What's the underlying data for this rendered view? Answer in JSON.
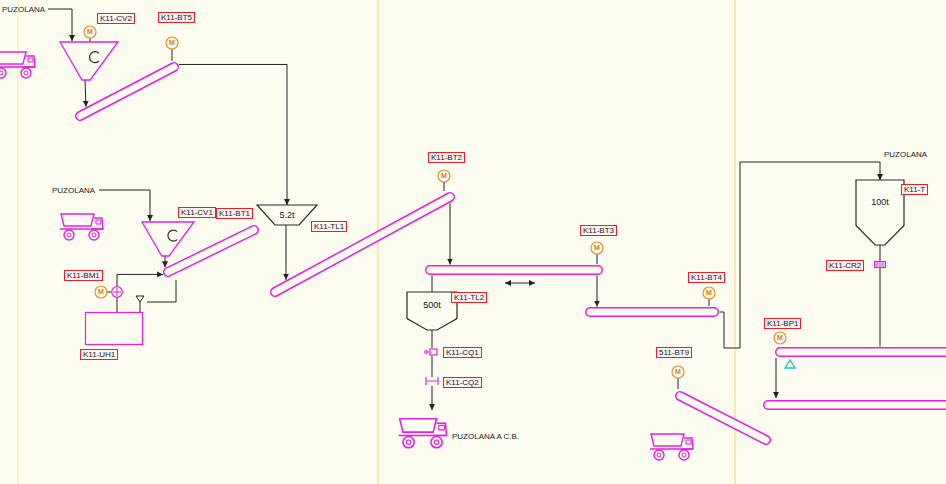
{
  "diagram": {
    "nodes": [
      {
        "text": [
          "K11-CV2"
        ]
      },
      {
        "text": [
          "K11-BT5"
        ]
      },
      {
        "text": [
          "K11-CV1"
        ]
      },
      {
        "text": [
          "K11-BT1"
        ]
      },
      {
        "text": [
          "5.2t",
          "K11-TL1"
        ]
      },
      {
        "text": [
          "K11-BM1"
        ]
      },
      {
        "text": [
          "K11-UH1"
        ]
      },
      {
        "text": [
          "K11-BT2"
        ]
      },
      {
        "text": [
          "K11-BT3"
        ]
      },
      {
        "text": [
          "500t",
          "K11-TL2"
        ]
      },
      {
        "text": [
          "K11-CQ1"
        ]
      },
      {
        "text": [
          "K11-CQ2"
        ]
      },
      {
        "text": [
          "K11-BT4"
        ]
      },
      {
        "text": [
          "511-BT9"
        ]
      },
      {
        "text": [
          "100t",
          "K11-T"
        ]
      },
      {
        "text": [
          "K11-CR2"
        ]
      },
      {
        "text": [
          "K11-BP1"
        ]
      }
    ],
    "edges": [
      {
        "from": 0,
        "to": 1,
        "arrow": "to"
      },
      {
        "from": 1,
        "to": 4,
        "arrow": "to"
      },
      {
        "from": 2,
        "to": 3,
        "arrow": "to"
      },
      {
        "from": 5,
        "to": 3,
        "arrow": "to"
      },
      {
        "from": 5,
        "to": 6,
        "arrow": "none"
      },
      {
        "from": 4,
        "to": 7,
        "arrow": "to"
      },
      {
        "from": 7,
        "to": 8,
        "arrow": "to"
      },
      {
        "from": 8,
        "to": 12,
        "arrow": "to"
      },
      {
        "from": 8,
        "to": 9,
        "arrow": "none"
      },
      {
        "from": 9,
        "to": 10,
        "arrow": "none"
      },
      {
        "from": 10,
        "to": 11,
        "arrow": "none"
      },
      {
        "from": 12,
        "to": 14,
        "arrow": "to"
      },
      {
        "from": 14,
        "to": 15,
        "arrow": "none"
      },
      {
        "from": 15,
        "to": 16,
        "arrow": "none"
      }
    ],
    "labels": [
      "PUZOLANA",
      "M",
      "M",
      "PUZOLANA",
      "M",
      "M",
      "M",
      "PUZOLANA A C.B.",
      "M",
      "M",
      "PUZOLANA",
      "M"
    ]
  }
}
